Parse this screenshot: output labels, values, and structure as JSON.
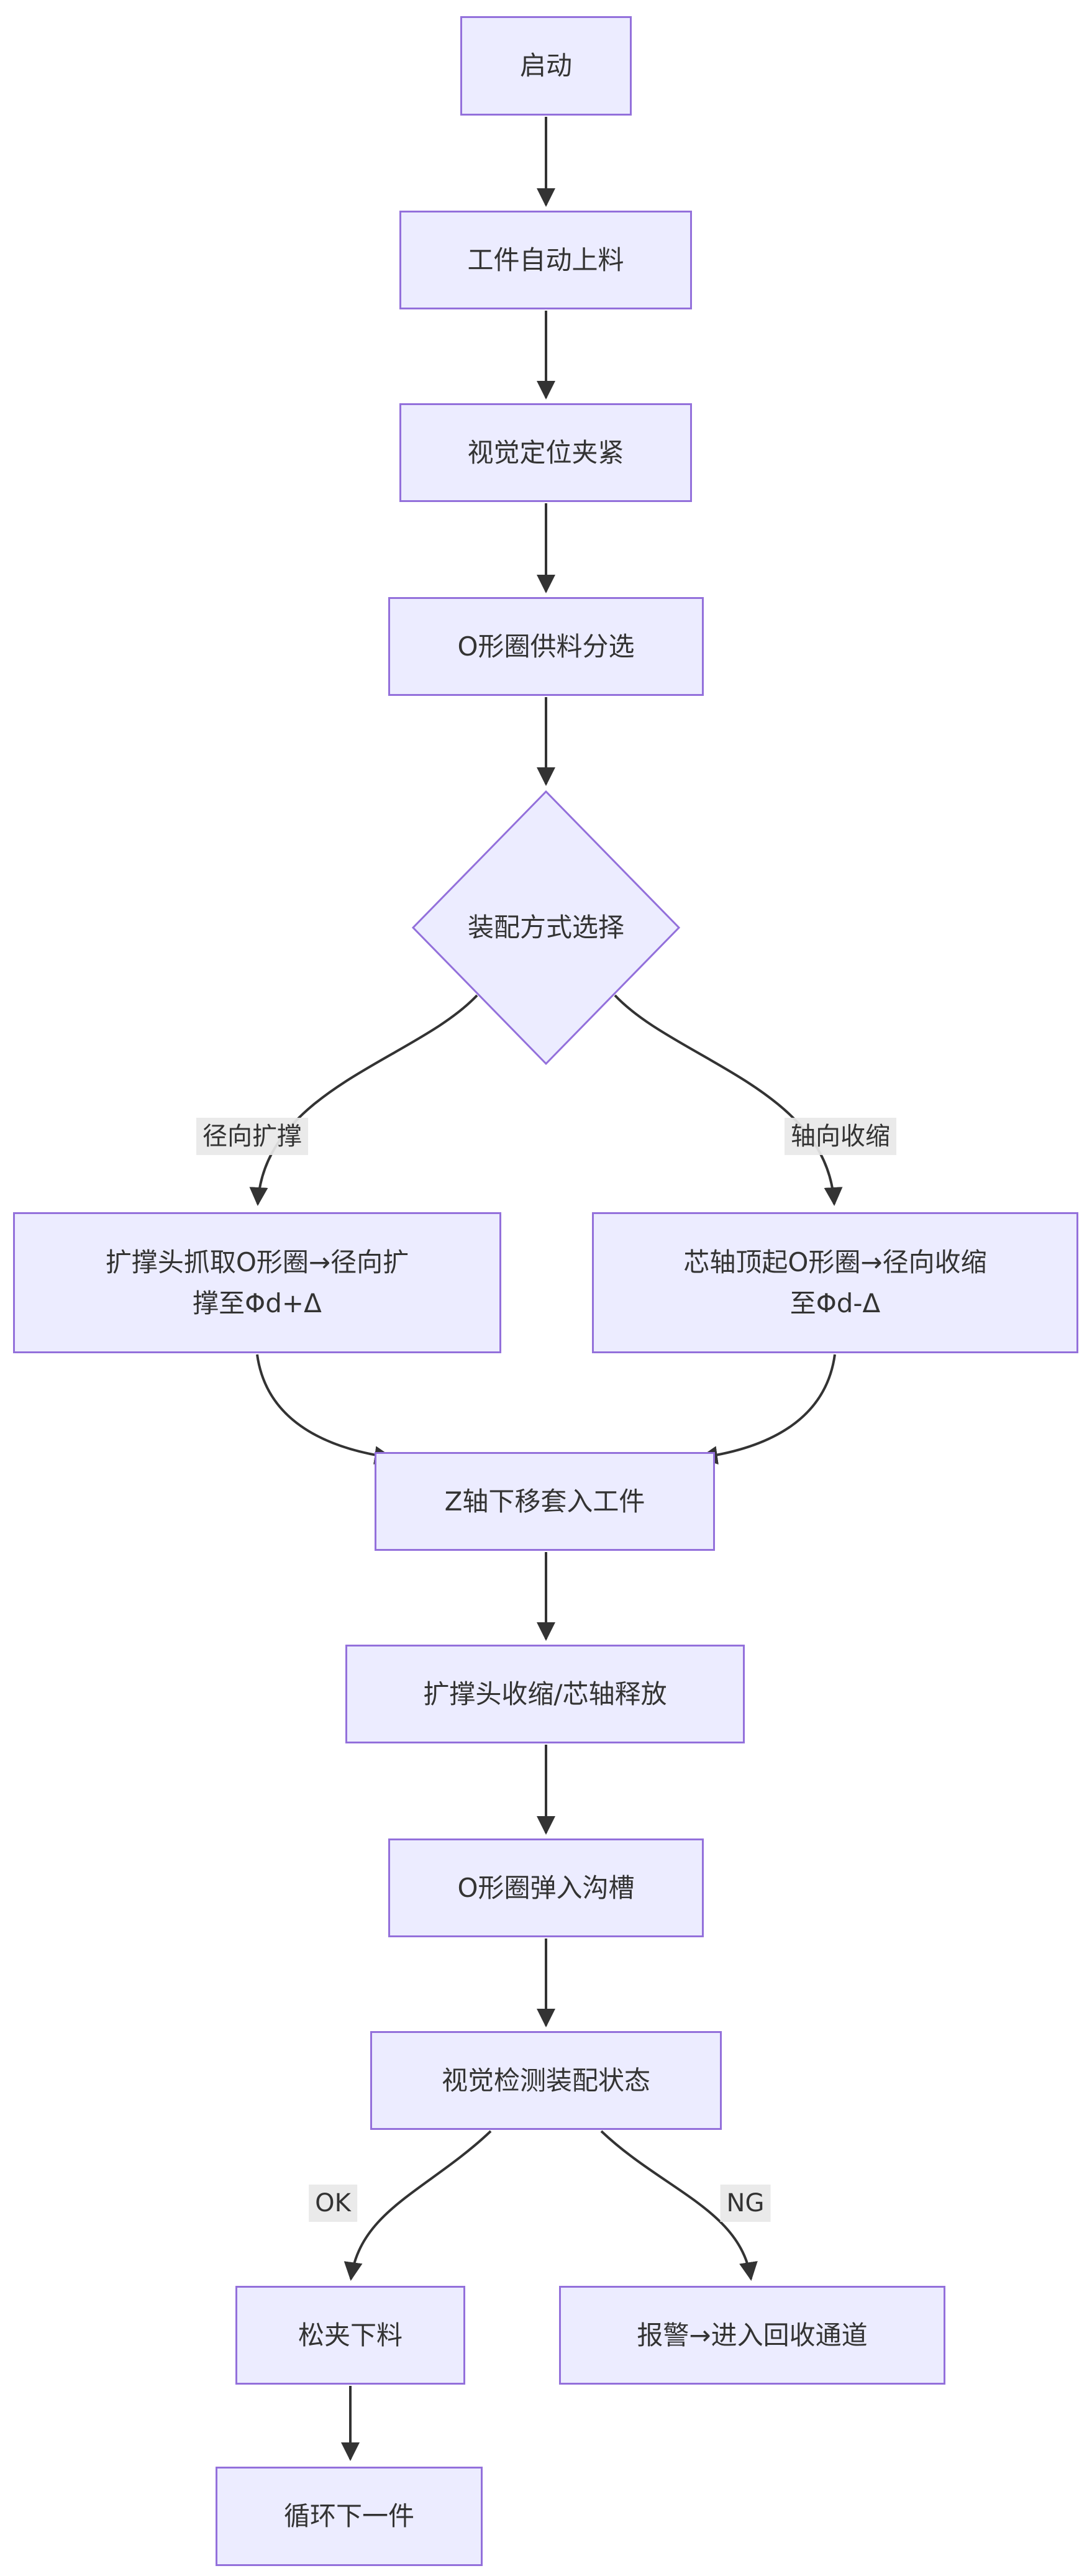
{
  "diagram": {
    "nodes": {
      "start": {
        "label": "启动"
      },
      "auto_feed": {
        "label": "工件自动上料"
      },
      "vision_clamp": {
        "label": "视觉定位夹紧"
      },
      "oring_feed_sort": {
        "label": "O形圈供料分选"
      },
      "assembly_mode_choice": {
        "label": "装配方式选择"
      },
      "radial_expand": {
        "label": "扩撑头抓取O形圈→径向扩\n撑至Φd+Δ"
      },
      "axial_shrink": {
        "label": "芯轴顶起O形圈→径向收缩\n至Φd-Δ"
      },
      "z_down_insert": {
        "label": "Z轴下移套入工件"
      },
      "head_release": {
        "label": "扩撑头收缩/芯轴释放"
      },
      "snap_into_groove": {
        "label": "O形圈弹入沟槽"
      },
      "vision_inspect": {
        "label": "视觉检测装配状态"
      },
      "unclamp_unload": {
        "label": "松夹下料"
      },
      "alarm_recycle": {
        "label": "报警→进入回收通道"
      },
      "cycle_next": {
        "label": "循环下一件"
      }
    },
    "edge_labels": {
      "radial": {
        "label": "径向扩撑"
      },
      "axial": {
        "label": "轴向收缩"
      },
      "ok": {
        "label": "OK"
      },
      "ng": {
        "label": "NG"
      }
    },
    "colors": {
      "node_fill": "#ECECFF",
      "node_border": "#9370DB",
      "edge_line": "#333333",
      "edge_label_bg": "#e8e8e8",
      "text": "#333333"
    }
  }
}
